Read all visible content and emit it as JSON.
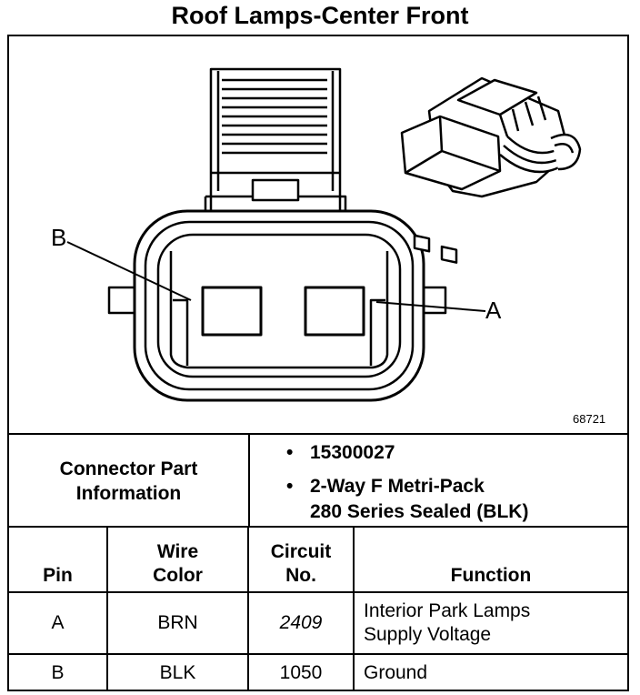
{
  "title": "Roof Lamps-Center Front",
  "diagram": {
    "label_b": "B",
    "label_a": "A",
    "figure_number": "68721"
  },
  "connector_info": {
    "heading_line1": "Connector Part",
    "heading_line2": "Information",
    "part_number": "15300027",
    "description_line1": "2-Way F Metri-Pack",
    "description_line2": "280 Series Sealed (BLK)"
  },
  "table": {
    "headers": {
      "pin": "Pin",
      "wire_color_line1": "Wire",
      "wire_color_line2": "Color",
      "circuit_line1": "Circuit",
      "circuit_line2": "No.",
      "function": "Function"
    },
    "rows": [
      {
        "pin": "A",
        "wire_color": "BRN",
        "circuit": "2409",
        "function_line1": "Interior Park Lamps",
        "function_line2": "Supply Voltage"
      },
      {
        "pin": "B",
        "wire_color": "BLK",
        "circuit": "1050",
        "function_line1": "Ground",
        "function_line2": ""
      }
    ]
  }
}
